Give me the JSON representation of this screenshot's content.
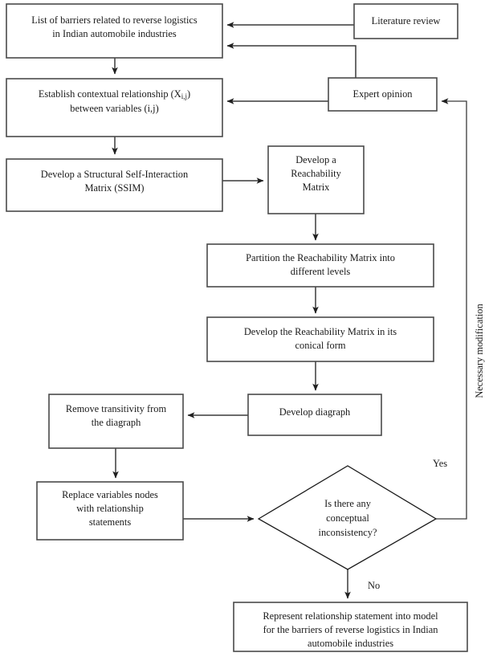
{
  "diagram": {
    "title": "ISM methodology flowchart for barriers to reverse logistics",
    "nodes": {
      "barriers_list": {
        "lines": [
          "List of barriers related to reverse logistics",
          "in Indian automobile industries"
        ]
      },
      "literature_review": {
        "lines": [
          "Literature review"
        ]
      },
      "expert_opinion": {
        "lines": [
          "Expert opinion"
        ]
      },
      "contextual_relationship": {
        "line1_pre": "Establish contextual relationship (X",
        "line1_sub": "i,j",
        "line1_post": ")",
        "line2": "between variables (i,j)"
      },
      "ssim": {
        "lines": [
          "Develop a Structural Self-Interaction",
          "Matrix (SSIM)"
        ]
      },
      "reachability_matrix": {
        "lines": [
          "Develop a",
          "Reachability",
          "Matrix"
        ]
      },
      "partition": {
        "lines": [
          "Partition the Reachability Matrix into",
          "different levels"
        ]
      },
      "conical_form": {
        "lines": [
          "Develop the Reachability Matrix in its",
          "conical form"
        ]
      },
      "develop_diagraph": {
        "lines": [
          "Develop diagraph"
        ]
      },
      "remove_transitivity": {
        "lines": [
          "Remove transitivity from",
          "the diagraph"
        ]
      },
      "replace_variables": {
        "lines": [
          "Replace variables nodes",
          "with relationship",
          "statements"
        ]
      },
      "decision": {
        "lines": [
          "Is there any",
          "conceptual",
          "inconsistency?"
        ]
      },
      "final_model": {
        "lines": [
          "Represent relationship statement into model",
          "for the barriers of reverse logistics in Indian",
          "automobile industries"
        ]
      }
    },
    "edge_labels": {
      "yes": "Yes",
      "no": "No",
      "necessary_modification": "Necessary modification"
    },
    "colors": {
      "background": "#ffffff",
      "box_stroke": "#4a4a4a",
      "connector": "#3a3a3a",
      "text": "#1a1a1a"
    }
  }
}
